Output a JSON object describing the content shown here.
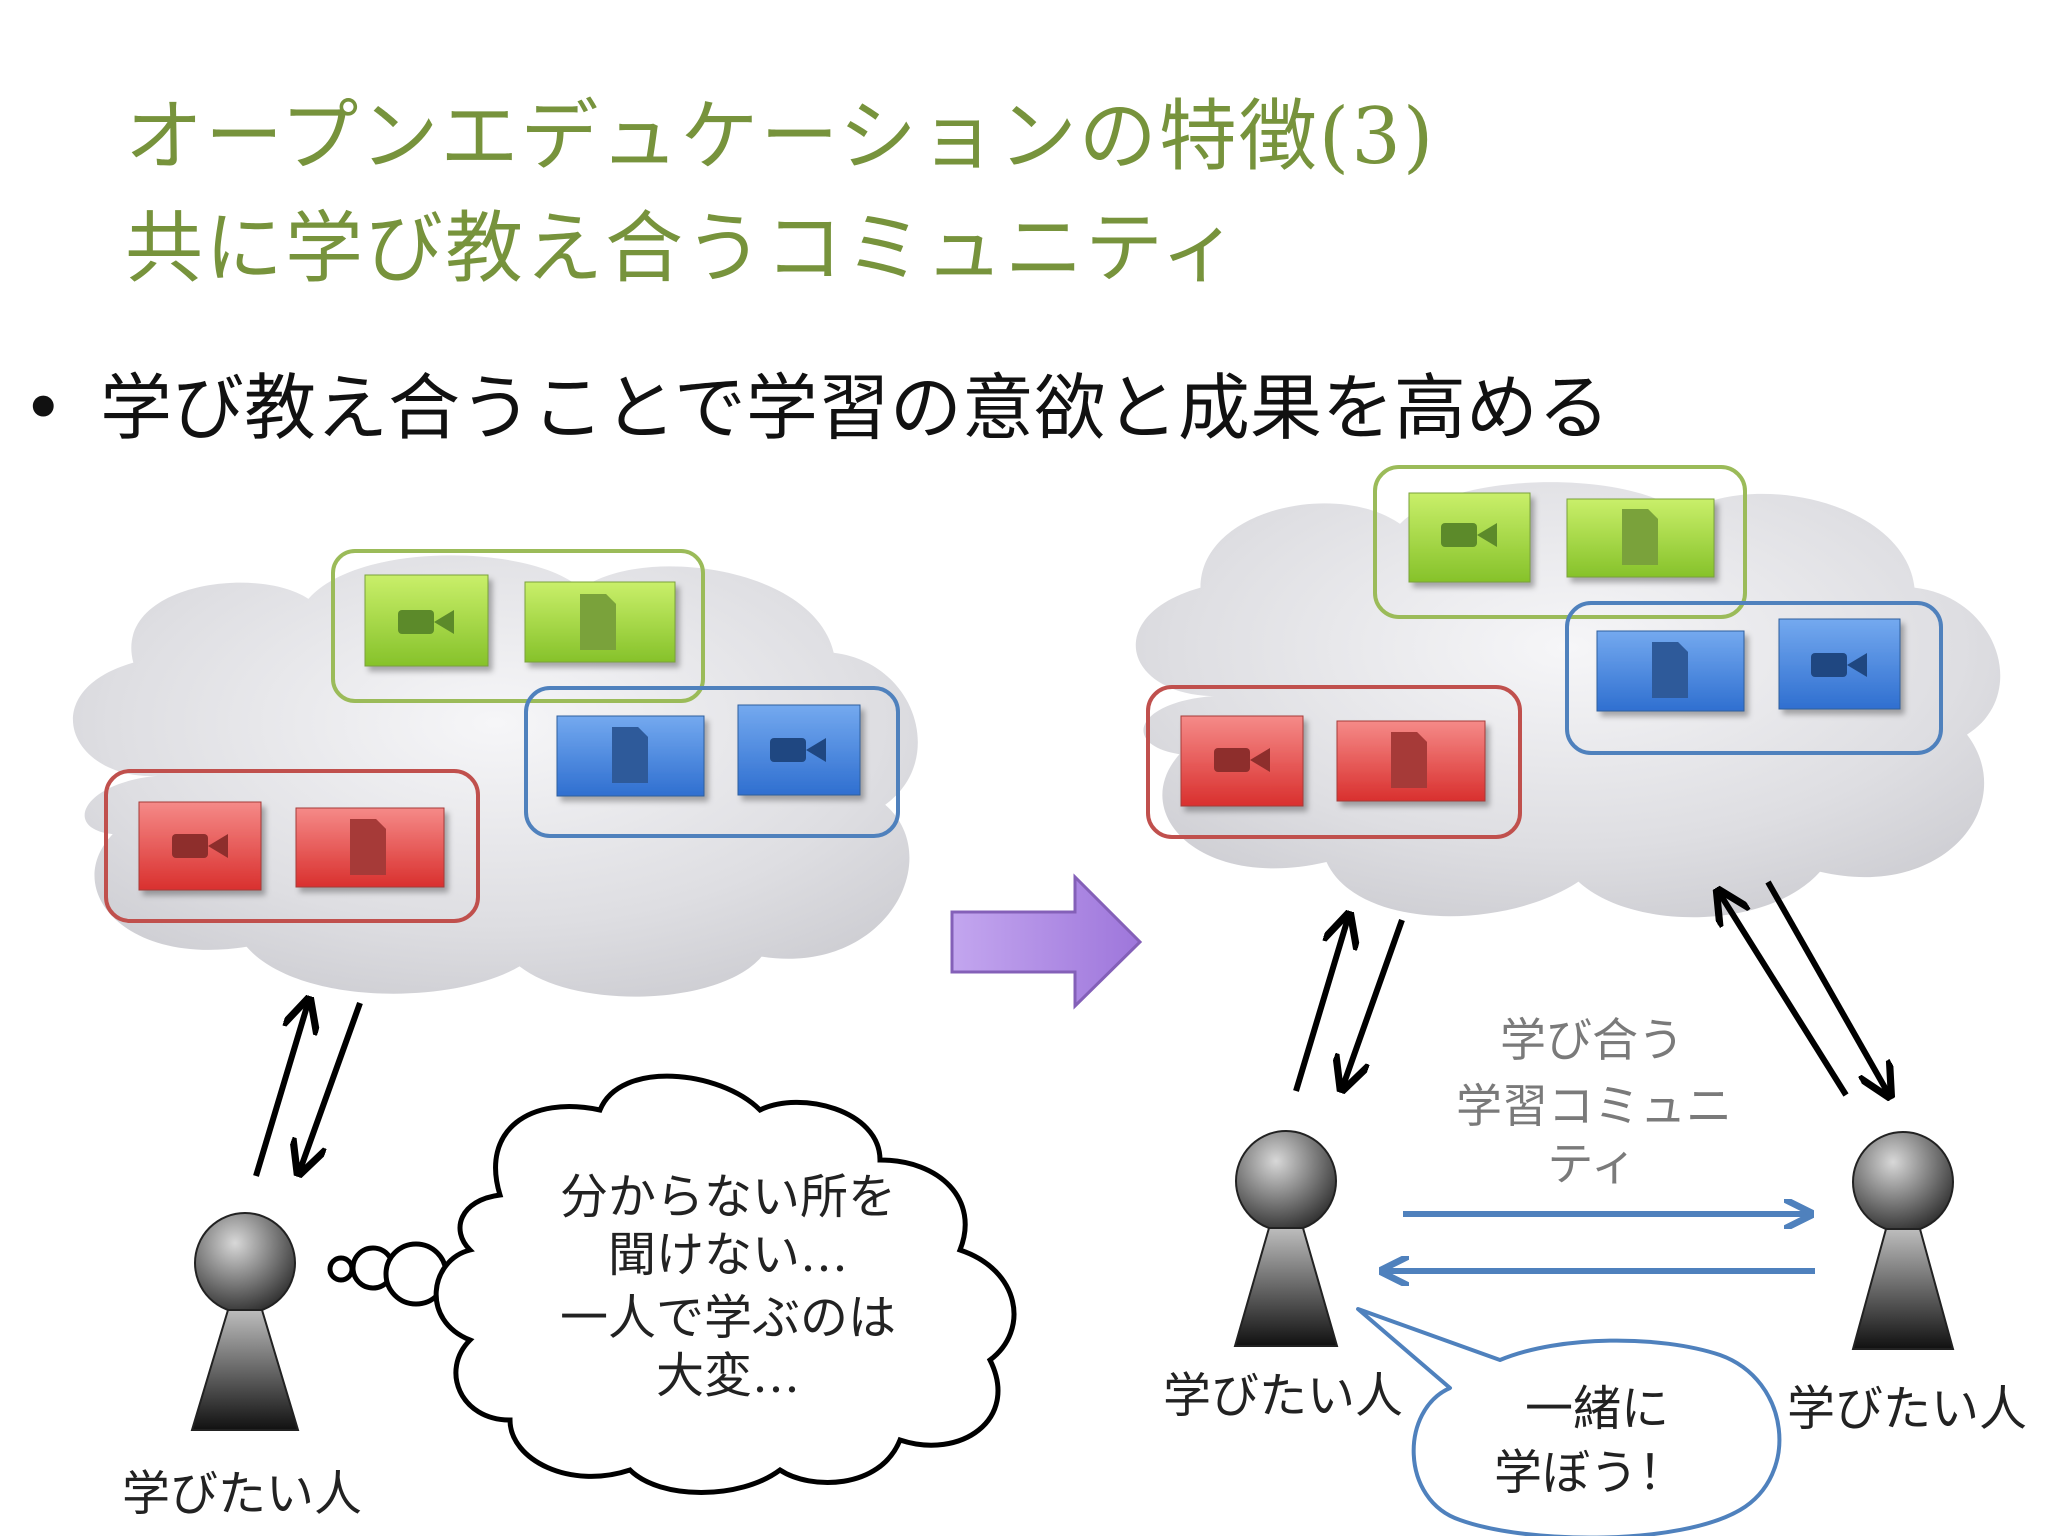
{
  "slide": {
    "title_line1": "オープンエデュケーションの特徴(3)",
    "title_line2": "共に学び教え合うコミュニティ",
    "bullet_symbol": "•",
    "bullet": "学び教え合うことで学習の意欲と成果を高める"
  },
  "left_scene": {
    "person_label": "学びたい人",
    "thought": [
      "分からない所を",
      "聞けない…",
      "一人で学ぶのは",
      "大変…"
    ]
  },
  "right_scene": {
    "left_person_label": "学びたい人",
    "right_person_label": "学びたい人",
    "community_label": [
      "学び合う",
      "学習コミュニ",
      "ティ"
    ],
    "speech": [
      "一緒に",
      "学ぼう！"
    ]
  },
  "colors": {
    "title": "#77933c",
    "green_group": "#9bbb59",
    "blue_group": "#4f81bd",
    "red_group": "#c0504d",
    "arrow_purple": "#b28fe0",
    "blue_arrow": "#4f81bd"
  },
  "icons": [
    "video-camera-icon",
    "document-icon",
    "cloud-icon",
    "person-icon",
    "right-arrow-icon"
  ]
}
